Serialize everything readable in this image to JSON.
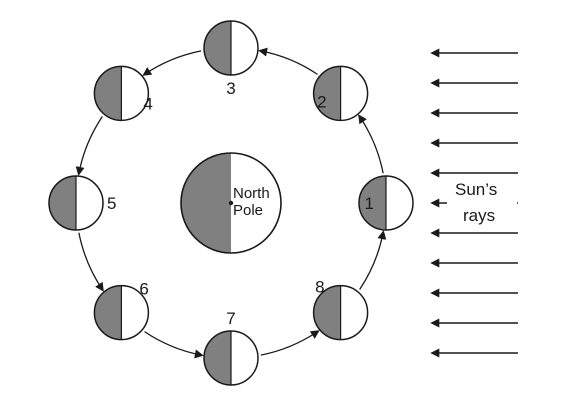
{
  "colors": {
    "dark_half": "#808080",
    "light_half": "#ffffff",
    "stroke": "#1a1a1a"
  },
  "center": {
    "label_line1": "North",
    "label_line2": "Pole"
  },
  "sun_rays": {
    "label_line1": "Sun’s",
    "label_line2": "rays",
    "arrow_count": 11
  },
  "moon_positions": [
    {
      "label": "1"
    },
    {
      "label": "2"
    },
    {
      "label": "3"
    },
    {
      "label": "4"
    },
    {
      "label": "5"
    },
    {
      "label": "6"
    },
    {
      "label": "7"
    },
    {
      "label": "8"
    }
  ]
}
